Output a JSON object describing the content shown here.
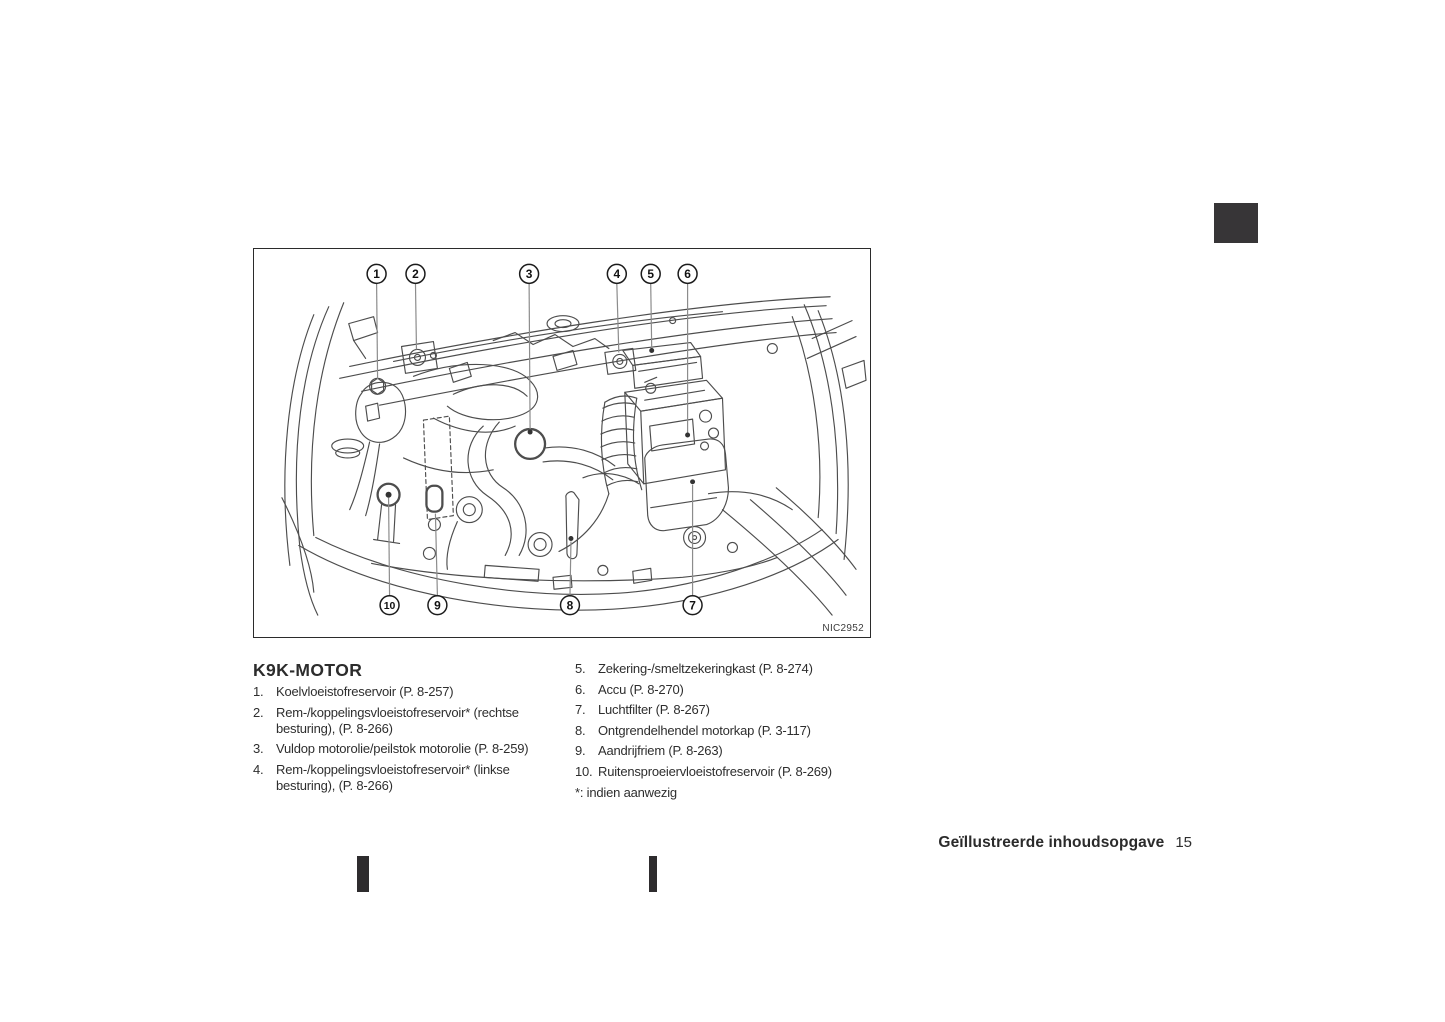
{
  "figure": {
    "image_code": "NIC2952",
    "callouts": [
      "1",
      "2",
      "3",
      "4",
      "5",
      "6",
      "7",
      "8",
      "9",
      "10"
    ]
  },
  "section": {
    "heading": "K9K-MOTOR",
    "items_left": [
      {
        "num": "1.",
        "text": "Koelvloeistofreservoir (P. 8-257)"
      },
      {
        "num": "2.",
        "text": "Rem-/koppelingsvloeistofreservoir* (rechtse besturing), (P. 8-266)"
      },
      {
        "num": "3.",
        "text": "Vuldop motorolie/peilstok motorolie (P. 8-259)"
      },
      {
        "num": "4.",
        "text": "Rem-/koppelingsvloeistofreservoir* (linkse besturing), (P. 8-266)"
      }
    ],
    "items_right": [
      {
        "num": "5.",
        "text": "Zekering-/smeltzekeringkast (P. 8-274)"
      },
      {
        "num": "6.",
        "text": "Accu (P. 8-270)"
      },
      {
        "num": "7.",
        "text": "Luchtfilter (P. 8-267)"
      },
      {
        "num": "8.",
        "text": "Ontgrendelhendel motorkap (P. 3-117)"
      },
      {
        "num": "9.",
        "text": "Aandrijfriem (P. 8-263)"
      },
      {
        "num": "10.",
        "text": "Ruitensproeiervloeistofreservoir (P. 8-269)"
      }
    ],
    "footnote": "*: indien aanwezig"
  },
  "footer": {
    "chapter_title": "Geïllustreerde inhoudsopgave",
    "page_number": "15"
  },
  "colors": {
    "tab": "#373537",
    "text": "#2e2e2e",
    "line_art": "#4d4d4d",
    "accent_dark": "#2e2c2e"
  }
}
